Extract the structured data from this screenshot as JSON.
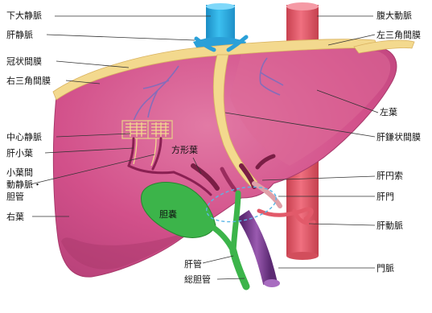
{
  "labels": {
    "inferior_vena_cava": "下大静脈",
    "hepatic_vein": "肝静脈",
    "coronary_ligament": "冠状間膜",
    "right_triangular_ligament": "右三角間膜",
    "central_vein": "中心静脈",
    "hepatic_lobule": "肝小葉",
    "interlobular_line1": "小葉間",
    "interlobular_line2": "動静脈・",
    "interlobular_line3": "胆管",
    "right_lobe": "右葉",
    "abdominal_aorta": "腹大動脈",
    "left_triangular_ligament": "左三角間膜",
    "left_lobe": "左葉",
    "falciform_ligament": "肝鎌状間膜",
    "quadrate_lobe": "方形葉",
    "round_ligament": "肝円索",
    "porta_hepatis": "肝門",
    "gallbladder": "胆嚢",
    "hepatic_artery": "肝動脈",
    "hepatic_duct": "肝管",
    "common_bile_duct": "総胆管",
    "portal_vein": "門脈"
  },
  "colors": {
    "liver": "#d24f86",
    "liver_dark": "#b23a6e",
    "liver_light": "#e07aa4",
    "ligament": "#f3d98e",
    "ivc": "#2aa9df",
    "aorta": "#e25a6a",
    "portal_vein": "#7a3f8f",
    "bile": "#3cb44a",
    "vessel_dark": "#7a1e45"
  }
}
